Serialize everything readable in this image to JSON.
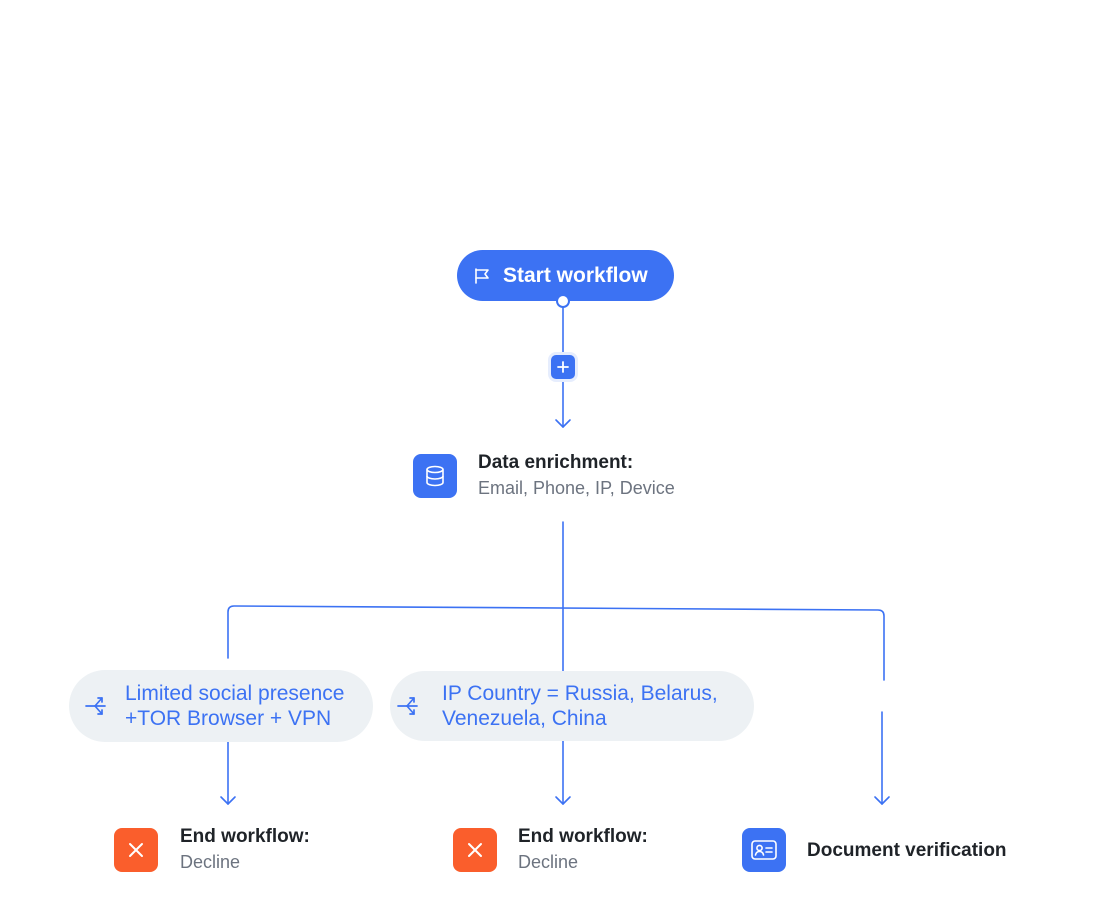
{
  "start": {
    "label": "Start workflow",
    "icon": "flag-icon"
  },
  "add_step": {
    "icon": "plus-icon"
  },
  "enrichment": {
    "title": "Data enrichment:",
    "subtitle": "Email, Phone, IP, Device",
    "icon": "database-icon"
  },
  "conditions": [
    {
      "line1": "Limited social presence",
      "line2": "+TOR Browser + VPN",
      "icon": "branch-icon"
    },
    {
      "line1": "IP Country = Russia, Belarus,",
      "line2": "Venezuela, China",
      "icon": "branch-icon"
    }
  ],
  "outcomes": [
    {
      "title": "End workflow:",
      "subtitle": "Decline",
      "icon": "close-icon"
    },
    {
      "title": "End workflow:",
      "subtitle": "Decline",
      "icon": "close-icon"
    },
    {
      "title": "Document verification",
      "icon": "id-card-icon"
    }
  ],
  "colors": {
    "accent": "#3c72f3",
    "decline": "#fa5e2c",
    "condition_bg": "#edf1f4",
    "text_dark": "#1f2328",
    "text_muted": "#6c737f"
  }
}
